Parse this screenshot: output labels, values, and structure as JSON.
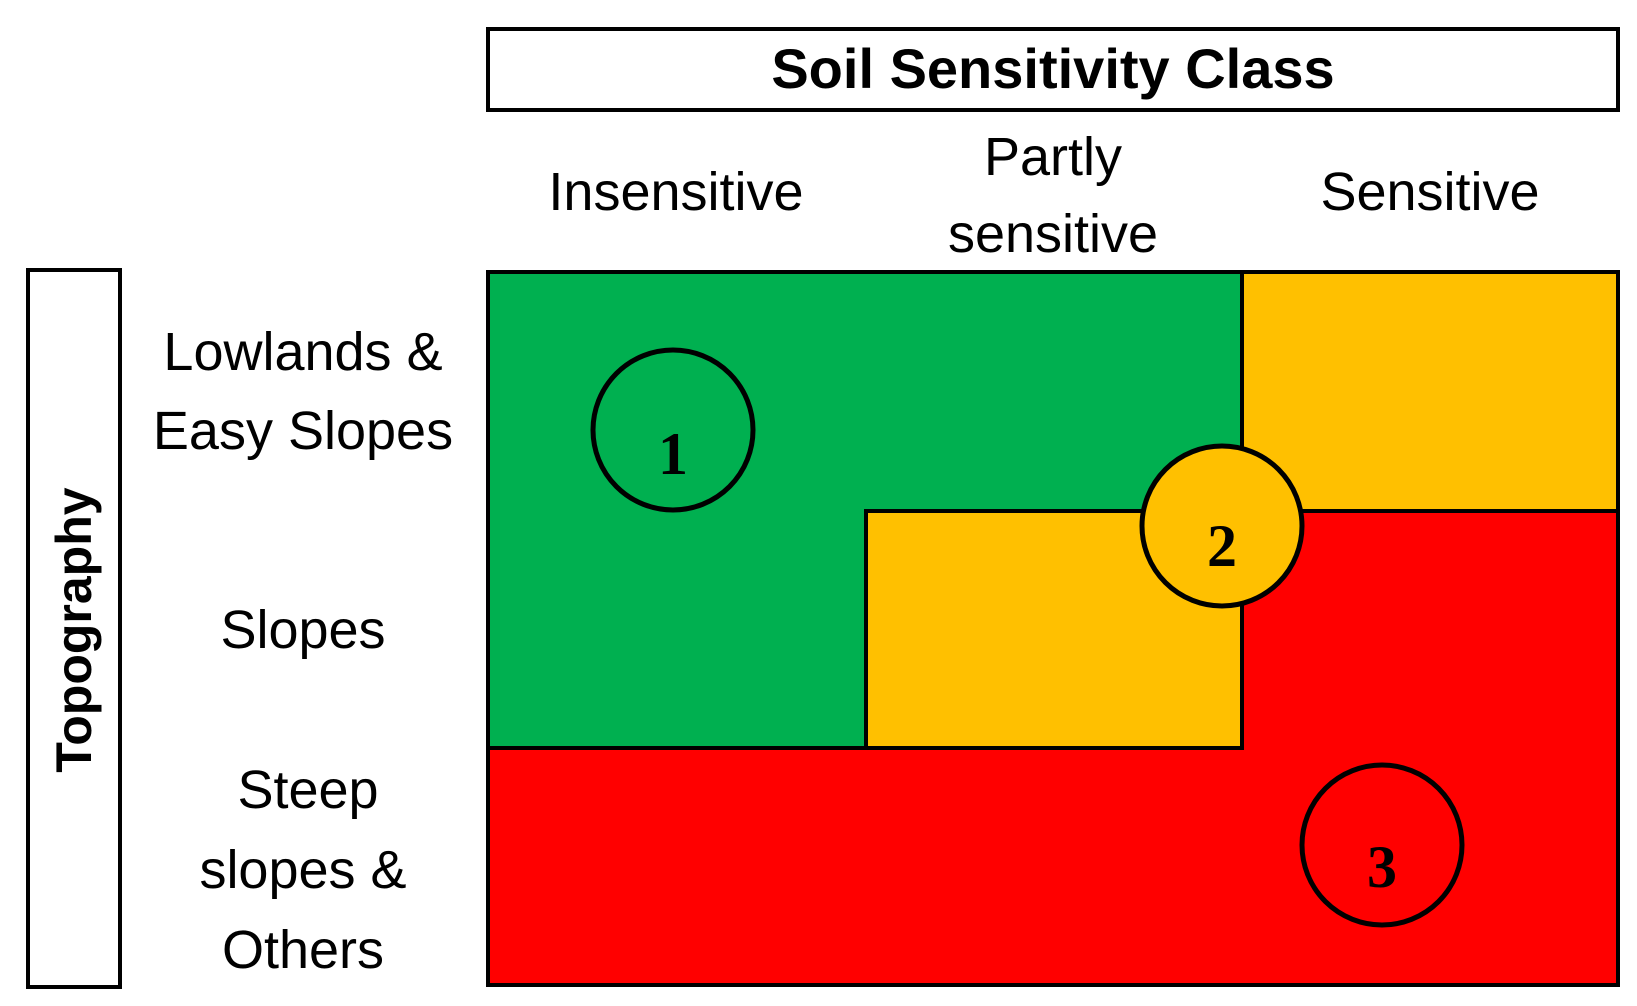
{
  "title": "Soil Sensitivity Class",
  "y_axis_title": "Topography",
  "columns": [
    {
      "line1": "Insensitive",
      "line2": ""
    },
    {
      "line1": "Partly",
      "line2": "sensitive"
    },
    {
      "line1": "Sensitive",
      "line2": ""
    }
  ],
  "rows": [
    {
      "line1": "Lowlands &",
      "line2": "Easy Slopes",
      "line3": ""
    },
    {
      "line1": "Slopes",
      "line2": "",
      "line3": ""
    },
    {
      "line1": "Steep",
      "line2": "slopes &",
      "line3": "Others"
    }
  ],
  "classes": [
    {
      "number": "1",
      "color": "#00B050"
    },
    {
      "number": "2",
      "color": "#FFC000"
    },
    {
      "number": "3",
      "color": "#FF0000"
    }
  ],
  "outline_color": "#000000"
}
